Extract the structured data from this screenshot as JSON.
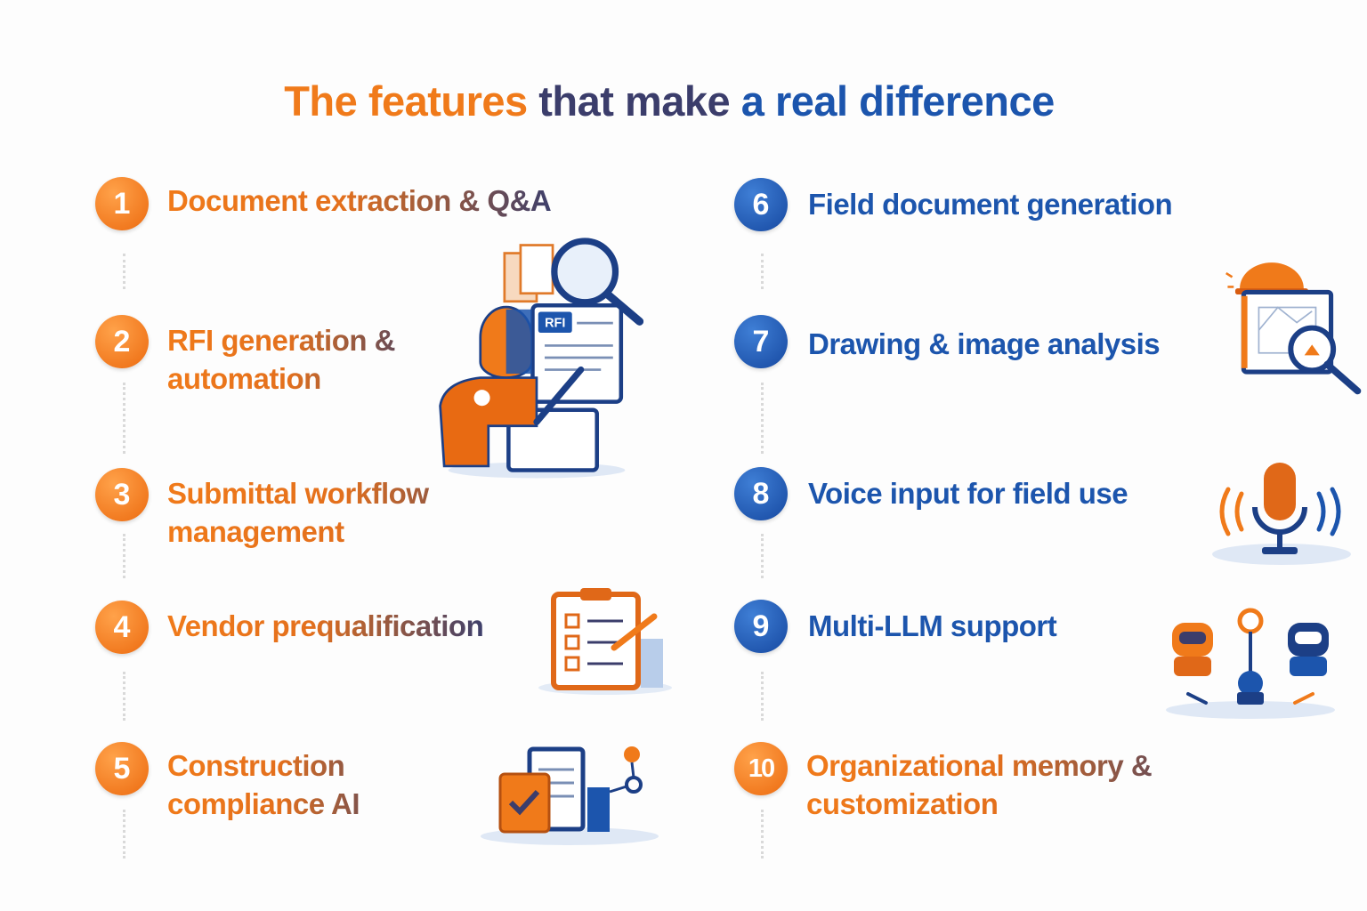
{
  "title": {
    "part1": "The features",
    "part2": "that make",
    "part3": "a real difference"
  },
  "features": [
    {
      "number": "1",
      "label": "Document extraction & Q&A"
    },
    {
      "number": "2",
      "label": "RFI generation & automation"
    },
    {
      "number": "3",
      "label": "Submittal workflow management"
    },
    {
      "number": "4",
      "label": "Vendor prequalification"
    },
    {
      "number": "5",
      "label": "Construction compliance AI"
    },
    {
      "number": "6",
      "label": "Field document generation"
    },
    {
      "number": "7",
      "label": "Drawing & image analysis"
    },
    {
      "number": "8",
      "label": "Voice input for field use"
    },
    {
      "number": "9",
      "label": "Multi-LLM support"
    },
    {
      "number": "10",
      "label": "Organizational memory & customization"
    }
  ],
  "illustration_text": {
    "rfi_badge": "RFI"
  },
  "colors": {
    "orange": "#f07a1a",
    "blue": "#1c55ad",
    "navy": "#3b3d6b"
  }
}
